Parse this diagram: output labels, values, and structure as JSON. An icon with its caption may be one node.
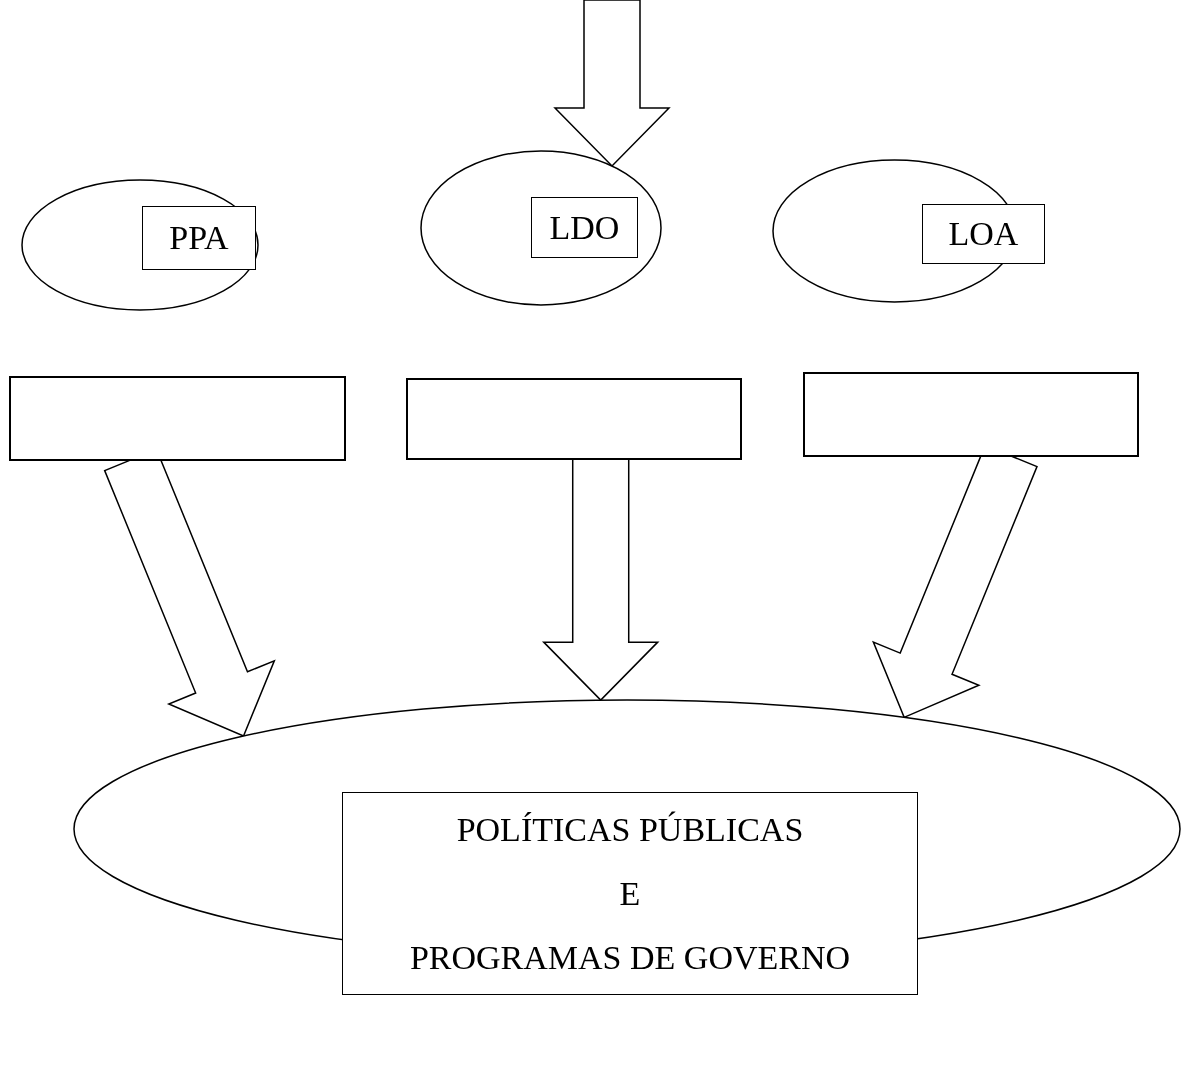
{
  "diagram": {
    "nodes": [
      {
        "text": [],
        "shape": "ellipse"
      },
      {
        "text": [
          "PPA"
        ],
        "in": 0
      },
      {
        "text": [],
        "shape": "ellipse"
      },
      {
        "text": [
          "LDO"
        ],
        "in": 2
      },
      {
        "text": [],
        "shape": "ellipse"
      },
      {
        "text": [
          "LOA"
        ]
      },
      {
        "text": [],
        "shape": "box"
      },
      {
        "text": [],
        "shape": "box"
      },
      {
        "text": [],
        "shape": "box"
      },
      {
        "text": [],
        "shape": "ellipse"
      },
      {
        "text": [
          "POLÍTICAS PÚBLICAS",
          "E",
          "PROGRAMAS DE GOVERNO"
        ]
      }
    ],
    "edges": [
      {
        "from": null,
        "to": 2,
        "arrow": "to"
      },
      {
        "from": 6,
        "to": 9,
        "arrow": "to"
      },
      {
        "from": 7,
        "to": 9,
        "arrow": "to"
      },
      {
        "from": 8,
        "to": 9,
        "arrow": "to"
      }
    ]
  }
}
